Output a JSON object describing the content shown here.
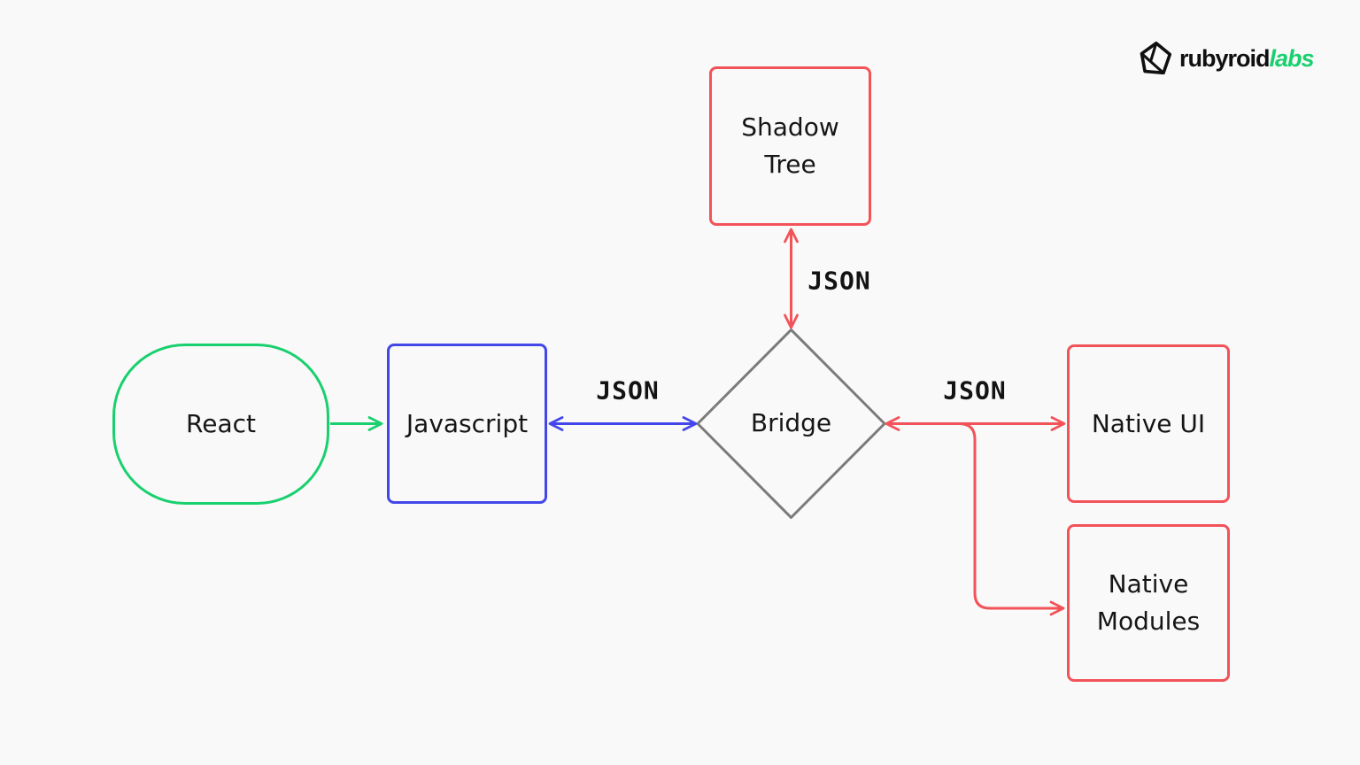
{
  "logo": {
    "brand": "rubyroid",
    "suffix": "labs",
    "icon": "gem-icon"
  },
  "colors": {
    "green": "#18d06e",
    "blue": "#4347ea",
    "red": "#f25359",
    "gray": "#7b7b7b",
    "ink": "#161616",
    "background": "#f9f9f9"
  },
  "nodes": {
    "react": {
      "label": "React",
      "shape": "pill",
      "border_color": "#18d06e"
    },
    "javascript": {
      "label": "Javascript",
      "shape": "rectangle",
      "border_color": "#4347ea"
    },
    "bridge": {
      "label": "Bridge",
      "shape": "diamond",
      "border_color": "#7b7b7b"
    },
    "shadow_tree": {
      "label": "Shadow Tree",
      "shape": "rectangle",
      "border_color": "#f25359"
    },
    "native_ui": {
      "label": "Native UI",
      "shape": "rectangle",
      "border_color": "#f25359"
    },
    "native_modules": {
      "label": "Native Modules",
      "shape": "rectangle",
      "border_color": "#f25359"
    }
  },
  "edges": [
    {
      "from": "react",
      "to": "javascript",
      "color": "green",
      "arrows": "one-way",
      "label": ""
    },
    {
      "from": "javascript",
      "to": "bridge",
      "color": "blue",
      "arrows": "two-way",
      "label": "JSON"
    },
    {
      "from": "shadow_tree",
      "to": "bridge",
      "color": "red",
      "arrows": "two-way",
      "label": "JSON"
    },
    {
      "from": "bridge",
      "to": "native_ui",
      "color": "red",
      "arrows": "two-way",
      "label": "JSON"
    },
    {
      "from": "bridge",
      "to": "native_modules",
      "color": "red",
      "arrows": "one-way",
      "label": ""
    }
  ]
}
